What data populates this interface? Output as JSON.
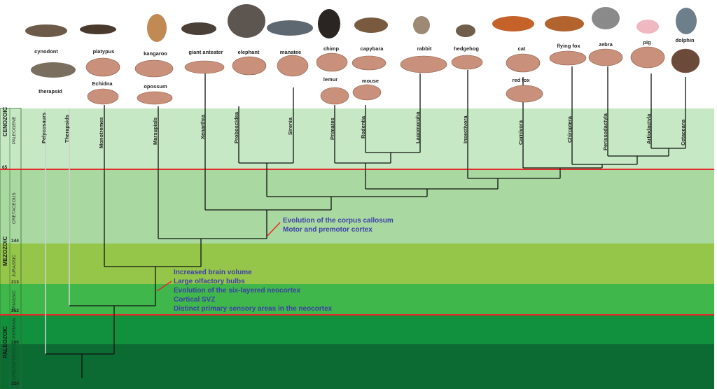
{
  "colors": {
    "cenozoic": "#c6e8c4",
    "cretaceous": "#a9d9a1",
    "jurassic": "#95c64a",
    "triassic": "#3fb74a",
    "permian": "#11903e",
    "carboniferous": "#0c6b33",
    "boundary": "#e62a2a",
    "note_text": "#3d3fa8"
  },
  "species": [
    {
      "name": "cynodont"
    },
    {
      "name": "therapsid"
    },
    {
      "name": "platypus"
    },
    {
      "name": "Echidna"
    },
    {
      "name": "kangaroo"
    },
    {
      "name": "opossum"
    },
    {
      "name": "giant anteater"
    },
    {
      "name": "elephant"
    },
    {
      "name": "manatee"
    },
    {
      "name": "chimp"
    },
    {
      "name": "lemur"
    },
    {
      "name": "capybara"
    },
    {
      "name": "mouse"
    },
    {
      "name": "rabbit"
    },
    {
      "name": "hedgehog"
    },
    {
      "name": "cat"
    },
    {
      "name": "red fox"
    },
    {
      "name": "flying fox"
    },
    {
      "name": "zebra"
    },
    {
      "name": "pig"
    },
    {
      "name": "dolphin"
    }
  ],
  "clades": [
    {
      "name": "Pelycosaurs"
    },
    {
      "name": "Therapsids"
    },
    {
      "name": "Monotremes"
    },
    {
      "name": "Marsupials"
    },
    {
      "name": "Xenarthra"
    },
    {
      "name": "Proboscidea"
    },
    {
      "name": "Sirenia"
    },
    {
      "name": "Primates"
    },
    {
      "name": "Rodentia"
    },
    {
      "name": "Lagomorpha"
    },
    {
      "name": "Insectivora"
    },
    {
      "name": "Carnivora"
    },
    {
      "name": "Chiroptera"
    },
    {
      "name": "Perissodactyla"
    },
    {
      "name": "Artiodactyla"
    },
    {
      "name": "Cetaceans"
    }
  ],
  "eras": [
    {
      "name": "CENOZOIC"
    },
    {
      "name": "MEZOZOIC"
    },
    {
      "name": "PALEOZOIC"
    }
  ],
  "periods": [
    {
      "name": "PALEOGENE"
    },
    {
      "name": "CRETACEOUS"
    },
    {
      "name": "JURASSIC"
    },
    {
      "name": "TRIASSIC"
    },
    {
      "name": "PERMIAN"
    },
    {
      "name": "CARBONIFEROUS"
    }
  ],
  "time_ticks": [
    {
      "value": "65"
    },
    {
      "value": "144"
    },
    {
      "value": "213"
    },
    {
      "value": "252"
    },
    {
      "value": "286"
    },
    {
      "value": "320"
    }
  ],
  "annotations": {
    "corpus": [
      "Evolution of the corpus callosum",
      "Motor and premotor cortex"
    ],
    "neocortex": [
      "Increased brain volume",
      "Large olfactory bulbs",
      "Evolution of the six-layered neocortex",
      "Cortical SVZ",
      "Distinct primary sensory areas in the neocortex"
    ]
  }
}
